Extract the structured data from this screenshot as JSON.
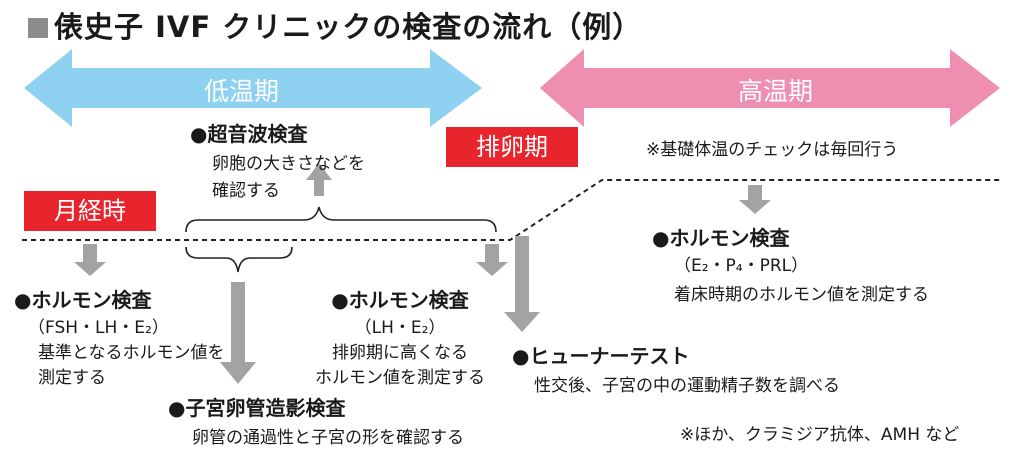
{
  "title": "俵史子 IVF クリニックの検査の流れ（例）",
  "colors": {
    "low_phase": "#8fd1f0",
    "high_phase": "#ee8fb1",
    "accent_red": "#e8252c",
    "arrow_gray": "#a3a3a3"
  },
  "phases": {
    "low": "低温期",
    "high": "高温期",
    "ovulation": "排卵期",
    "menstruation": "月経時"
  },
  "notes": {
    "bbt": "※基礎体温のチェックは毎回行う",
    "other": "※ほか、クラミジア抗体、AMH など"
  },
  "tests": {
    "hormone_menses": {
      "title": "●ホルモン検査",
      "sub": "（FSH・LH・E₂）",
      "line1": "基準となるホルモン値を",
      "line2": "測定する"
    },
    "ultrasound": {
      "title": "●超音波検査",
      "line1": "卵胞の大きさなどを",
      "line2": "確認する"
    },
    "hsg": {
      "title": "●子宮卵管造影検査",
      "line1": "卵管の通過性と子宮の形を確認する"
    },
    "hormone_ovulation": {
      "title": "●ホルモン検査",
      "sub": "（LH・E₂）",
      "line1": "排卵期に高くなる",
      "line2": "ホルモン値を測定する"
    },
    "huhner": {
      "title": "●ヒューナーテスト",
      "line1": "性交後、子宮の中の運動精子数を調べる"
    },
    "hormone_high": {
      "title": "●ホルモン検査",
      "sub": "（E₂・P₄・PRL）",
      "line1": "着床時期のホルモン値を測定する"
    }
  }
}
